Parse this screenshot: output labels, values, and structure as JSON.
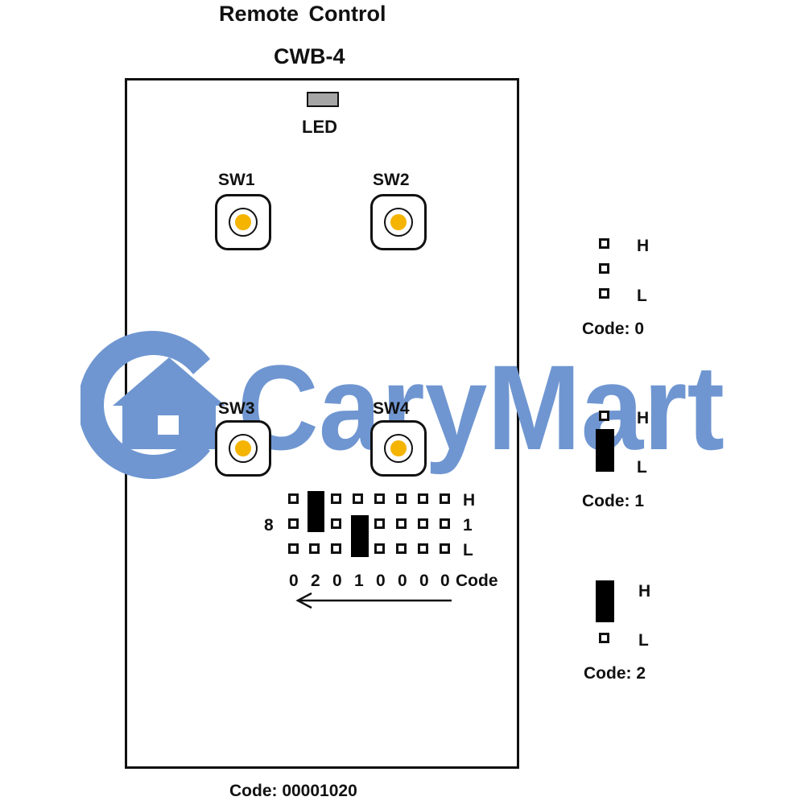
{
  "header": {
    "title": "Remote Control",
    "model": "CWB-4"
  },
  "watermark": {
    "text": "CaryMart",
    "color": "#6f96d1"
  },
  "remote": {
    "led_label": "LED",
    "led_color": "#a6a6a6",
    "buttons": [
      {
        "label": "SW1"
      },
      {
        "label": "SW2"
      },
      {
        "label": "SW3"
      },
      {
        "label": "SW4"
      }
    ],
    "button_color": "#f4b400",
    "dip": {
      "row_labels": [
        "H",
        "1",
        "L"
      ],
      "left_label": "8",
      "code_digits": [
        "0",
        "2",
        "0",
        "1",
        "0",
        "0",
        "0",
        "0"
      ],
      "code_label": "Code"
    },
    "footer": "Code: 00001020"
  },
  "legend": [
    {
      "high": "H",
      "low": "L",
      "caption": "Code: 0"
    },
    {
      "high": "H",
      "low": "L",
      "caption": "Code: 1"
    },
    {
      "high": "H",
      "low": "L",
      "caption": "Code: 2"
    }
  ]
}
